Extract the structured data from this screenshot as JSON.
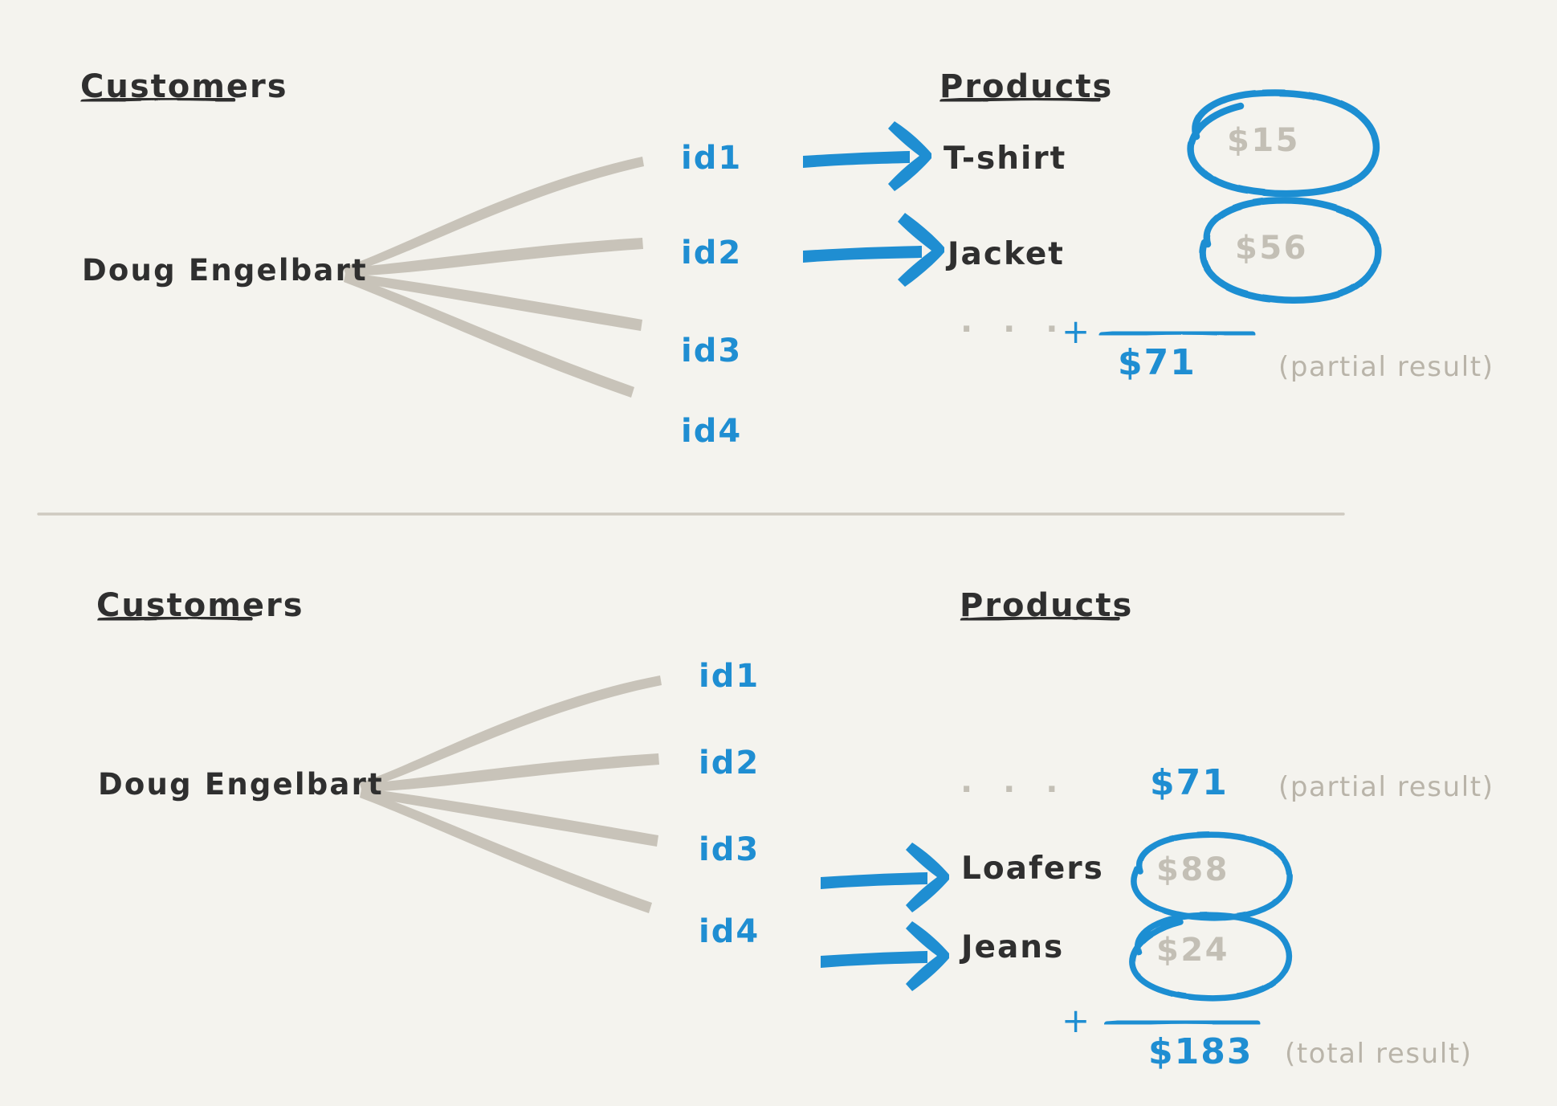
{
  "meta": {
    "background_color": "#f4f3ee",
    "blue": "#1f8ed2",
    "gray": "#c3bfb5",
    "dark": "#2f2f2f"
  },
  "panels": [
    {
      "id": "top-panel",
      "customers_heading": "Customers",
      "products_heading": "Products",
      "customer_name": "Doug Engelbart",
      "ids": [
        "id1",
        "id2",
        "id3",
        "id4"
      ],
      "rows": [
        {
          "id": "id1",
          "product": "T-shirt",
          "price": "$15",
          "circled": true,
          "has_arrow": true
        },
        {
          "id": "id2",
          "product": "Jacket",
          "price": "$56",
          "circled": true,
          "has_arrow": true
        },
        {
          "id": "id3",
          "product": "",
          "price": "",
          "circled": false,
          "has_arrow": false
        },
        {
          "id": "id4",
          "product": "",
          "price": "",
          "circled": false,
          "has_arrow": false
        }
      ],
      "ellipsis": "· · ·",
      "plus": "+",
      "sum": "$71",
      "note": "(partial result)"
    },
    {
      "id": "bottom-panel",
      "customers_heading": "Customers",
      "products_heading": "Products",
      "customer_name": "Doug Engelbart",
      "ids": [
        "id1",
        "id2",
        "id3",
        "id4"
      ],
      "rows": [
        {
          "id": "id1",
          "product": "",
          "price": "",
          "circled": false,
          "has_arrow": false
        },
        {
          "id": "id2",
          "product": "",
          "price": "",
          "circled": false,
          "has_arrow": false
        },
        {
          "id": "id3",
          "product": "Loafers",
          "price": "$88",
          "circled": true,
          "has_arrow": true
        },
        {
          "id": "id4",
          "product": "Jeans",
          "price": "$24",
          "circled": true,
          "has_arrow": true
        }
      ],
      "ellipsis": "· · ·",
      "carried_sum": "$71",
      "carried_note": "(partial result)",
      "plus": "+",
      "sum": "$183",
      "note": "(total result)"
    }
  ]
}
